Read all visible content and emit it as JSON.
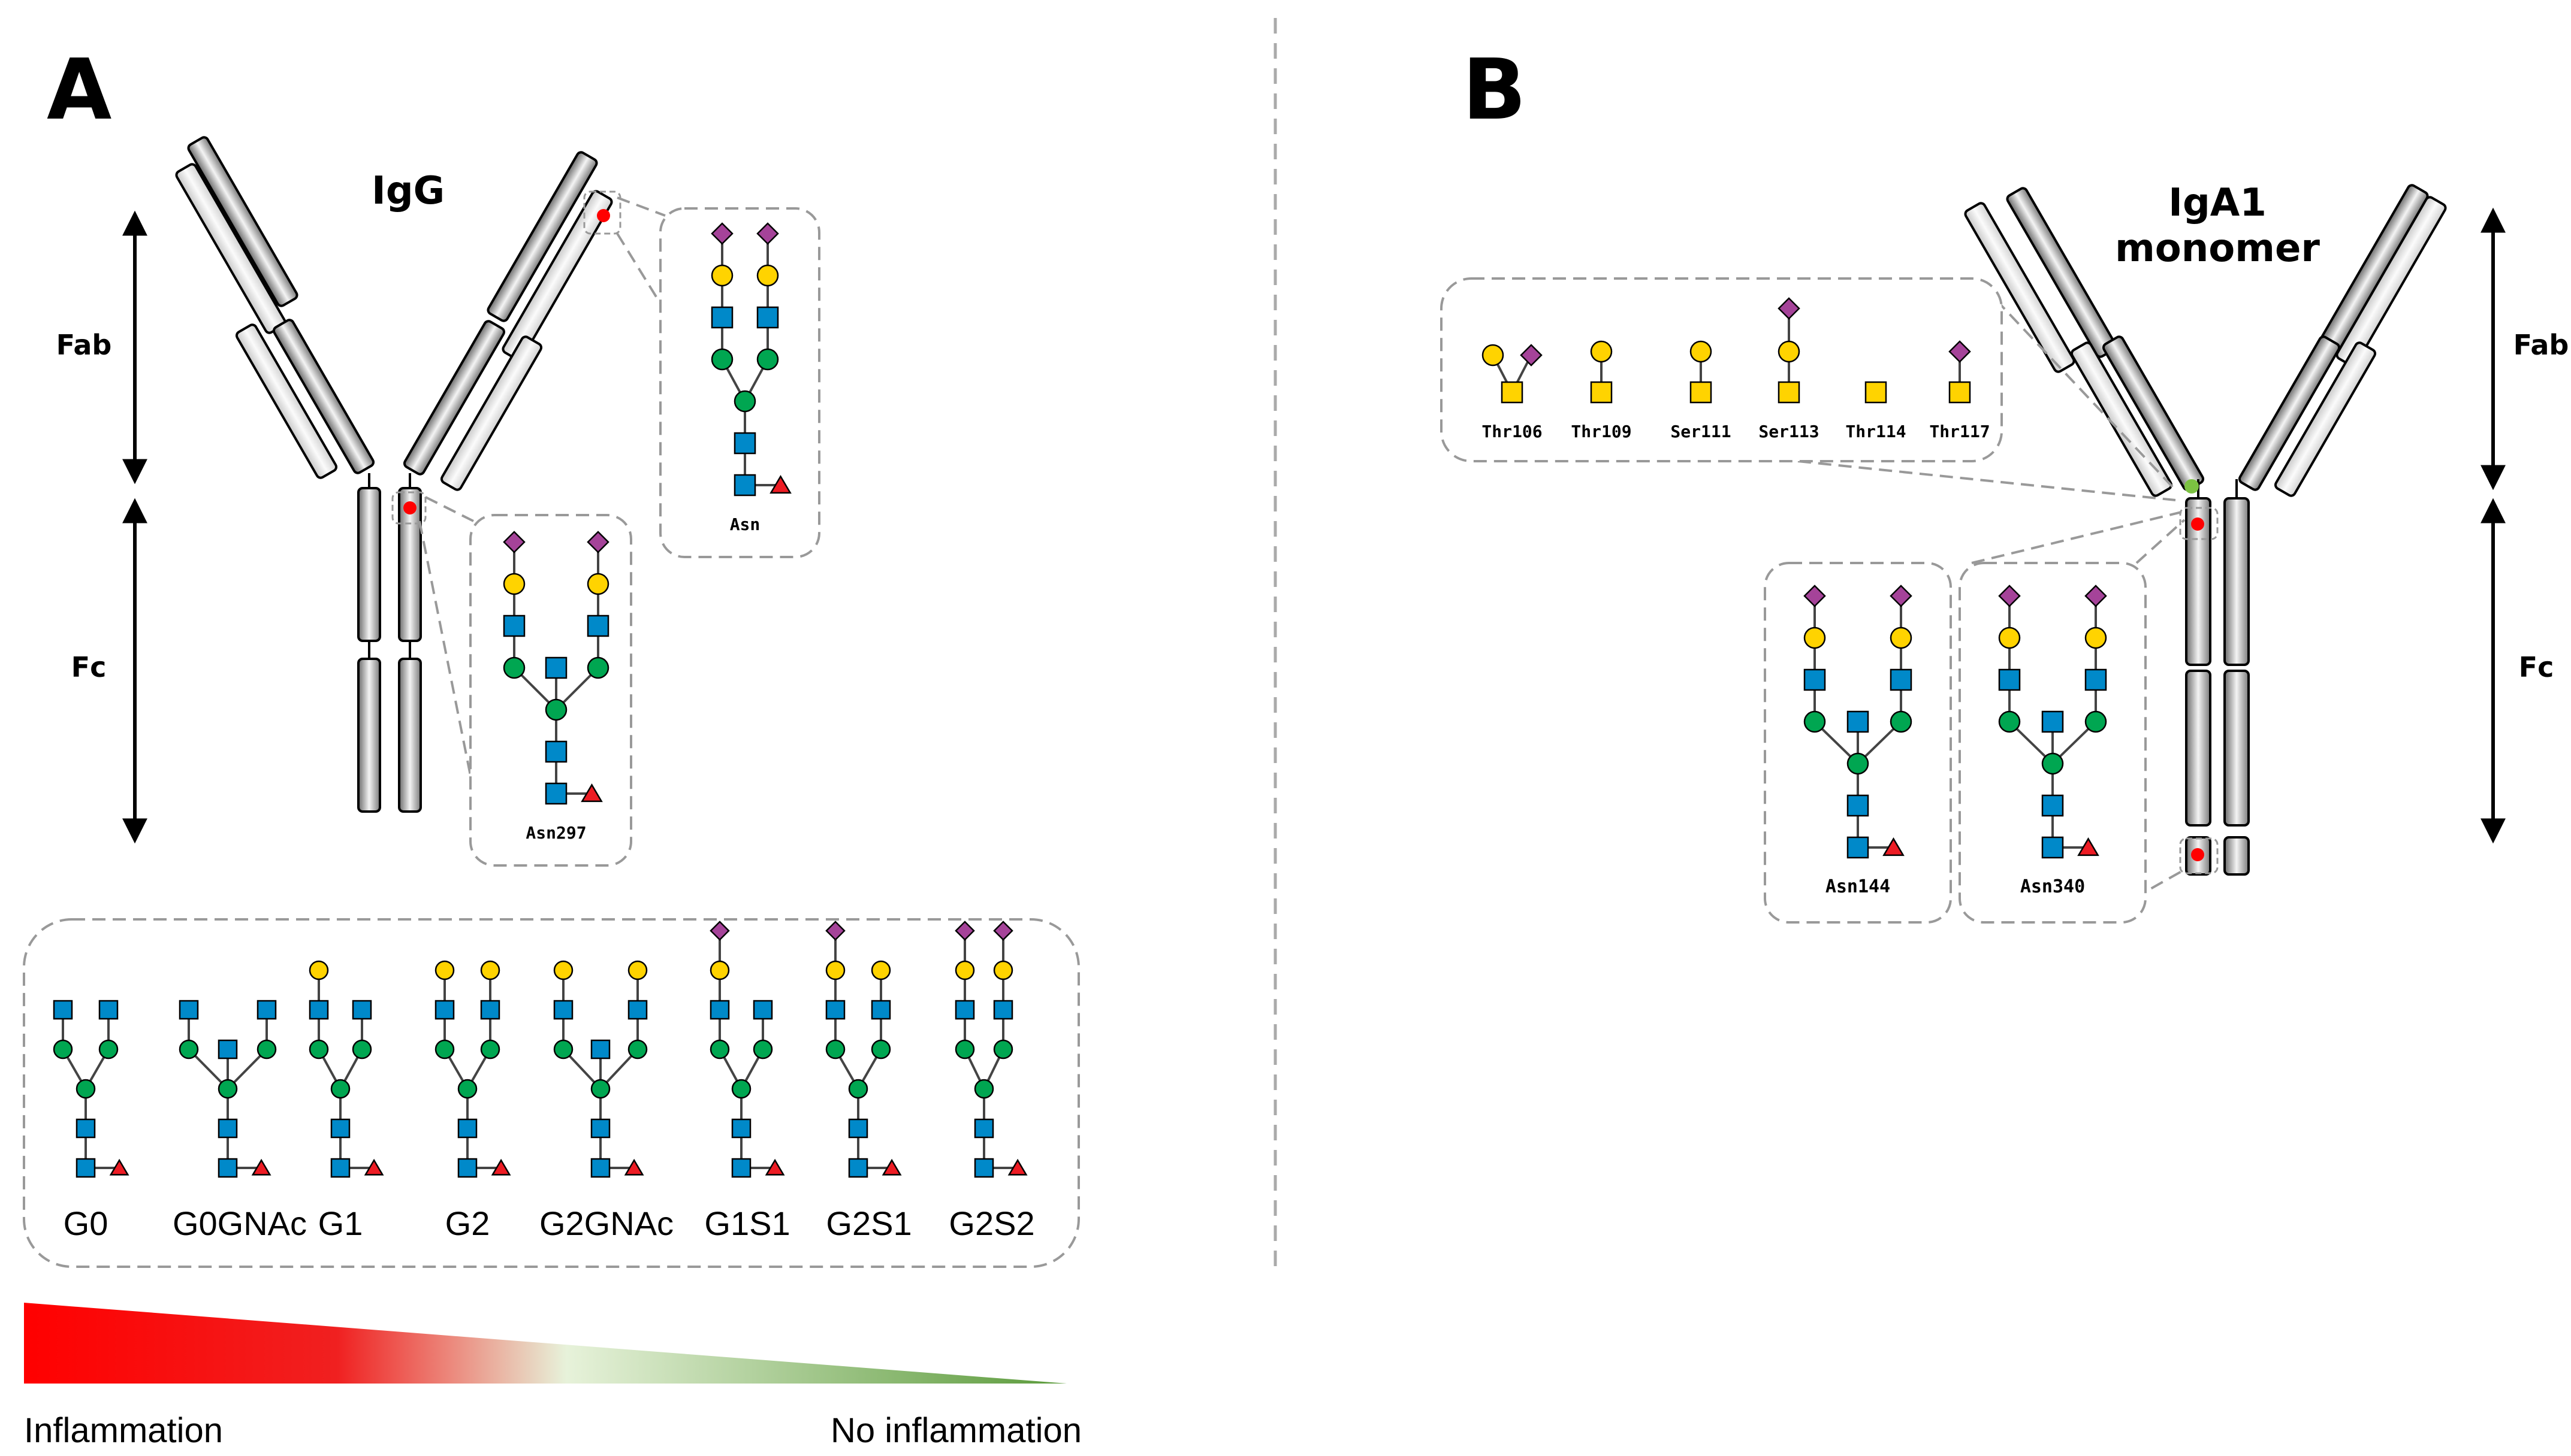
{
  "panels": {
    "a": {
      "letter": "A",
      "antibody": "IgG"
    },
    "b": {
      "letter": "B",
      "antibody_line1": "IgA1",
      "antibody_line2": "monomer"
    }
  },
  "domains": {
    "fab": "Fab",
    "fc": "Fc"
  },
  "igg_sites": {
    "fc_site": "Asn297",
    "fab_site": "Asn"
  },
  "iga_nsites": [
    "Asn144",
    "Asn340"
  ],
  "iga_osites": [
    "Thr106",
    "Thr109",
    "Ser111",
    "Ser113",
    "Thr114",
    "Thr117"
  ],
  "glycoforms": [
    "G0",
    "G0GNAc",
    "G1",
    "G2",
    "G2GNAc",
    "G1S1",
    "G2S1",
    "G2S2"
  ],
  "scale": {
    "left": "Inflammation",
    "right": "No inflammation"
  },
  "colors": {
    "inflammation": "#ff0000",
    "no_inflammation": "#5a9a3a",
    "galactose": "#ffd300",
    "sialic_acid": "#a54399",
    "glcnac": "#0089c9",
    "mannose": "#00a651",
    "fucose": "#ed1c24",
    "glycosylation_site": "#ff0000",
    "o_glycan_site": "#7cc242"
  }
}
